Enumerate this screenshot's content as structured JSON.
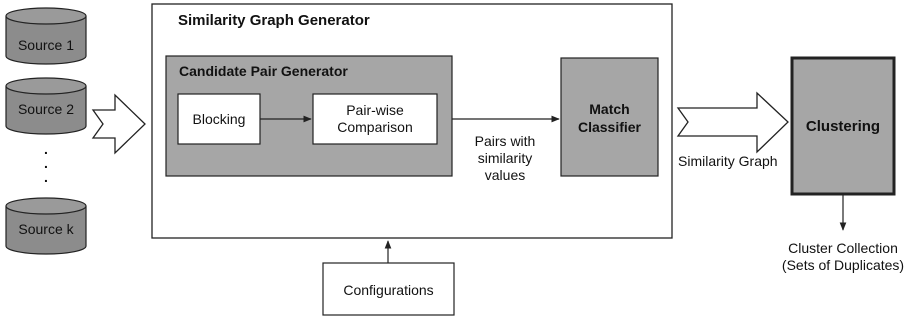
{
  "sources": [
    {
      "label": "Source 1"
    },
    {
      "label": "Source 2"
    },
    {
      "label": "Source k"
    }
  ],
  "sources_ellipsis": ".\n.\n.",
  "generator": {
    "title": "Similarity Graph Generator",
    "candidate": {
      "title": "Candidate Pair Generator",
      "blocking": "Blocking",
      "comparison": "Pair-wise\nComparison"
    },
    "pairs_label": "Pairs with\nsimilarity\nvalues",
    "classifier": "Match\nClassifier"
  },
  "configurations": "Configurations",
  "similarity_graph_label": "Similarity Graph",
  "clustering": "Clustering",
  "output": "Cluster Collection\n(Sets of Duplicates)",
  "colors": {
    "cylinder_fill": "#8c8c8c",
    "box_gray": "#a6a6a6",
    "line": "#222222"
  }
}
